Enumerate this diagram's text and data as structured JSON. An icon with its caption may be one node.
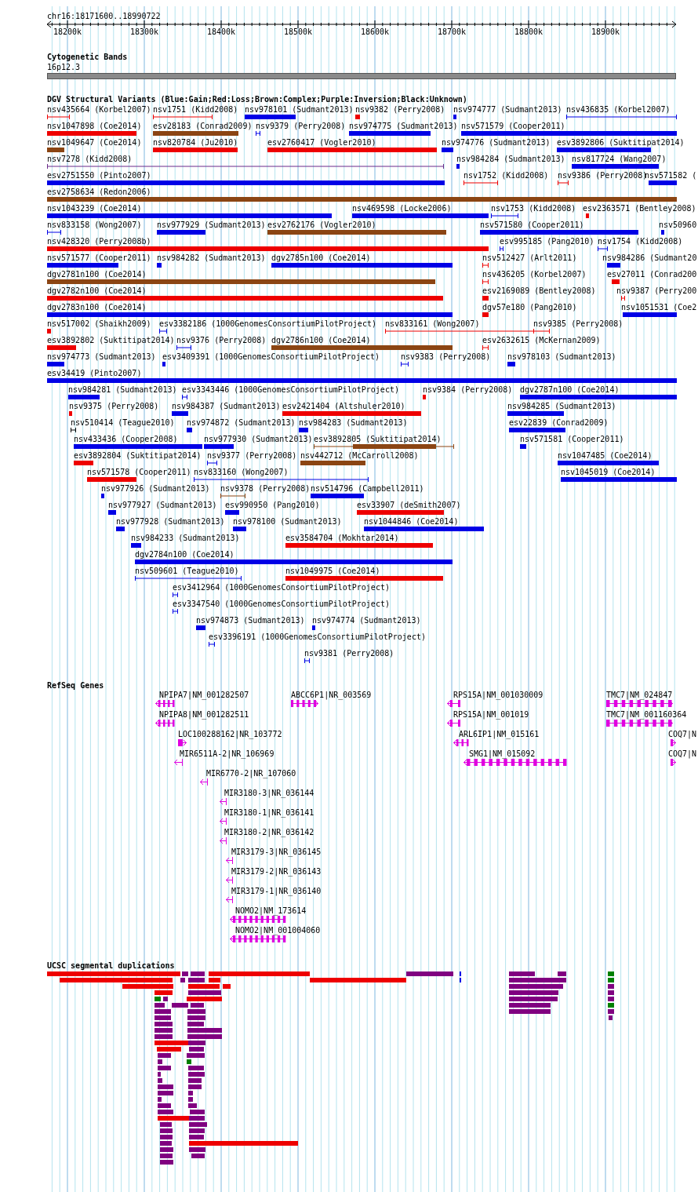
{
  "diagram": {
    "labels": [
      "chr16:18171600..18990722",
      "18200k",
      "18300k",
      "18400k",
      "18500k",
      "18600k",
      "18700k",
      "18800k",
      "18900k",
      "Cytogenetic Bands",
      "16p12.3",
      "DGV Structural Variants (Blue:Gain;Red:Loss;Brown:Complex;Purple:Inversion;Black:Unknown)",
      "nsv435664 (Korbel2007)",
      "nsv1751 (Kidd2008)",
      "nsv978101 (Sudmant2013)",
      "nsv9382 (Perry2008)",
      "nsv974777 (Sudmant2013)",
      "nsv436835 (Korbel2007)",
      "nsv1047898 (Coe2014)",
      "esv28183 (Conrad2009)",
      "nsv9379 (Perry2008)",
      "nsv974775 (Sudmant2013)",
      "nsv571579 (Cooper2011)",
      "nsv1049647 (Coe2014)",
      "nsv820784 (Ju2010)",
      "esv2760417 (Vogler2010)",
      "nsv974776 (Sudmant2013)",
      "esv3892806 (Suktitipat2014)",
      "nsv7278 (Kidd2008)",
      "nsv984284 (Sudmant2013)",
      "nsv817724 (Wang2007)",
      "esv2751550 (Pinto2007)",
      "nsv1752 (Kidd2008)",
      "nsv9386 (Perry2008)",
      "nsv571582 (",
      "esv2758634 (Redon2006)",
      "nsv1043239 (Coe2014)",
      "nsv469598 (Locke2006)",
      "nsv1753 (Kidd2008)",
      "esv2363571 (Bentley2008)",
      "nsv833158 (Wong2007)",
      "nsv977929 (Sudmant2013)",
      "esv2762176 (Vogler2010)",
      "nsv571580 (Cooper2011)",
      "nsv50960",
      "nsv428320 (Perry2008b)",
      "esv995185 (Pang2010)",
      "nsv1754 (Kidd2008)",
      "nsv571577 (Cooper2011)",
      "nsv984282 (Sudmant2013)",
      "dgv2785n100 (Coe2014)",
      "nsv512427 (Arlt2011)",
      "nsv984286 (Sudmant20",
      "dgv2781n100 (Coe2014)",
      "nsv436205 (Korbel2007)",
      "esv27011 (Conrad200",
      "dgv2782n100 (Coe2014)",
      "esv2169089 (Bentley2008)",
      "nsv9387 (Perry200",
      "dgv2783n100 (Coe2014)",
      "dgv57e180 (Pang2010)",
      "nsv1051531 (Coe2",
      "nsv517002 (Shaikh2009)",
      "esv3382186 (1000GenomesConsortiumPilotProject)",
      "nsv833161 (Wong2007)",
      "nsv9385 (Perry2008)",
      "esv3892802 (Suktitipat2014)",
      "nsv9376 (Perry2008)",
      "dgv2786n100 (Coe2014)",
      "esv2632615 (McKernan2009)",
      "nsv974773 (Sudmant2013)",
      "esv3409391 (1000GenomesConsortiumPilotProject)",
      "nsv9383 (Perry2008)",
      "nsv978103 (Sudmant2013)",
      "esv34419 (Pinto2007)",
      "nsv984281 (Sudmant2013)",
      "esv3343446 (1000GenomesConsortiumPilotProject)",
      "nsv9384 (Perry2008)",
      "dgv2787n100 (Coe2014)",
      "nsv9375 (Perry2008)",
      "nsv984387 (Sudmant2013)",
      "esv2421404 (Altshuler2010)",
      "nsv984285 (Sudmant2013)",
      "nsv510414 (Teague2010)",
      "nsv974872 (Sudmant2013)",
      "nsv984283 (Sudmant2013)",
      "esv22839 (Conrad2009)",
      "nsv433436 (Cooper2008)",
      "nsv977930 (Sudmant2013)",
      "esv3892805 (Suktitipat2014)",
      "nsv571581 (Cooper2011)",
      "esv3892804 (Suktitipat2014)",
      "nsv9377 (Perry2008)",
      "nsv442712 (McCarroll2008)",
      "nsv1047485 (Coe2014)",
      "nsv571578 (Cooper2011)",
      "nsv833160 (Wong2007)",
      "nsv1045019 (Coe2014)",
      "nsv977926 (Sudmant2013)",
      "nsv9378 (Perry2008)",
      "nsv514796 (Campbell2011)",
      "nsv977927 (Sudmant2013)",
      "esv990950 (Pang2010)",
      "esv33907 (deSmith2007)",
      "nsv977928 (Sudmant2013)",
      "nsv978100 (Sudmant2013)",
      "nsv1044846 (Coe2014)",
      "nsv984233 (Sudmant2013)",
      "esv3584704 (Mokhtar2014)",
      "dgv2784n100 (Coe2014)",
      "nsv509601 (Teague2010)",
      "nsv1049975 (Coe2014)",
      "esv3412964 (1000GenomesConsortiumPilotProject)",
      "esv3347540 (1000GenomesConsortiumPilotProject)",
      "nsv974873 (Sudmant2013)",
      "nsv974774 (Sudmant2013)",
      "esv3396191 (1000GenomesConsortiumPilotProject)",
      "nsv9381 (Perry2008)",
      "RefSeq Genes",
      "NPIPA7|NM_001282507",
      "ABCC6P1|NR_003569",
      "RPS15A|NM_001030009",
      "TMC7|NM_024847",
      "NPIPA8|NM_001282511",
      "RPS15A|NM_001019",
      "TMC7|NM_001160364",
      "LOC100288162|NR_103772",
      "ARL6IP1|NM_015161",
      "COQ7|N",
      "MIR6511A-2|NR_106969",
      "SMG1|NM_015092",
      "COQ7|N",
      "MIR6770-2|NR_107060",
      "MIR3180-3|NR_036144",
      "MIR3180-1|NR_036141",
      "MIR3180-2|NR_036142",
      "MIR3179-3|NR_036145",
      "MIR3179-2|NR_036143",
      "MIR3179-1|NR_036140",
      "NOMO2|NM_173614",
      "NOMO2|NM_001004060",
      "UCSC segmental duplications"
    ]
  }
}
